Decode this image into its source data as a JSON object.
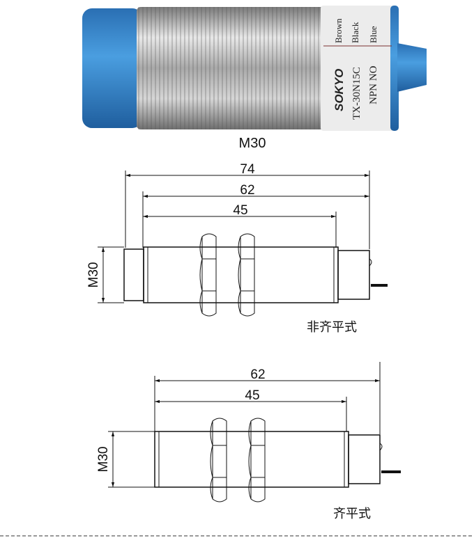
{
  "product": {
    "brand": "SOKYO",
    "model": "TX-30N15C",
    "output": "NPN NO",
    "wires": [
      "Brown",
      "Black",
      "Blue"
    ],
    "photo_caption": "M30",
    "colors": {
      "cap": "#3d8fd6",
      "body": "#b9b9b9"
    }
  },
  "diagram_non_flush": {
    "dims": [
      "74",
      "62",
      "45"
    ],
    "thread_label": "M30",
    "caption": "非齐平式"
  },
  "diagram_flush": {
    "dims": [
      "62",
      "45"
    ],
    "thread_label": "M30",
    "caption": "齐平式"
  }
}
